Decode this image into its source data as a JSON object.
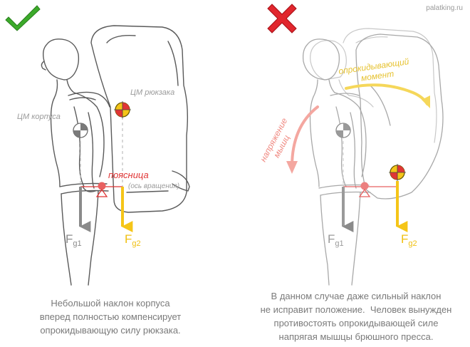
{
  "site": "palatking.ru",
  "colors": {
    "check": "#3caa2a",
    "cross": "#e1262d",
    "gravity_body": "#8a8a8a",
    "gravity_pack": "#f5c518",
    "pivot": "#e03535",
    "muscle": "#f4a7a0",
    "moment": "#f5d75a"
  },
  "left": {
    "status_icon": "check-icon",
    "label_body_cm": "ЦМ корпуса",
    "label_pack_cm": "ЦМ рюкзака",
    "label_pivot": "поясница",
    "label_axis": "(ось вращения)",
    "force_body": {
      "main": "F",
      "sub": "g1"
    },
    "force_pack": {
      "main": "F",
      "sub": "g2"
    },
    "caption": "Небольшой наклон корпуса\nвперед полностью компенсирует\nопрокидывающую силу рюкзака."
  },
  "right": {
    "status_icon": "cross-icon",
    "label_muscle": "напряжение\nмышц",
    "label_moment": "опрокидывающий\nмомент",
    "force_body": {
      "main": "F",
      "sub": "g1"
    },
    "force_pack": {
      "main": "F",
      "sub": "g2"
    },
    "caption": "В данном случае даже сильный наклон\nне исправит положение.  Человек вынужден\nпротивостоять опрокидывающей силе\nнапрягая мышцы брюшного пресса."
  }
}
